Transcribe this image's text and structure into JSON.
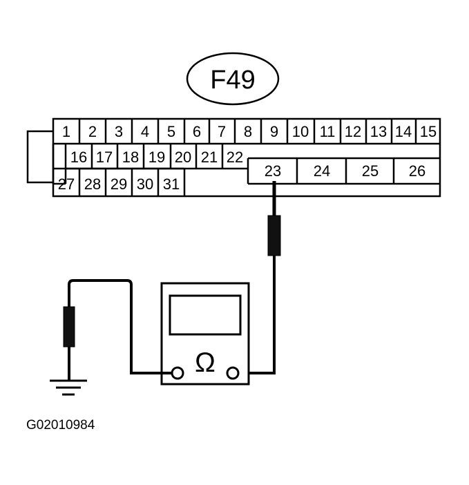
{
  "diagram": {
    "connector_label": "F49",
    "figure_id": "G02010984",
    "meter_symbol": "Ω",
    "pins": {
      "p1": "1",
      "p2": "2",
      "p3": "3",
      "p4": "4",
      "p5": "5",
      "p6": "6",
      "p7": "7",
      "p8": "8",
      "p9": "9",
      "p10": "10",
      "p11": "11",
      "p12": "12",
      "p13": "13",
      "p14": "14",
      "p15": "15",
      "p16": "16",
      "p17": "17",
      "p18": "18",
      "p19": "19",
      "p20": "20",
      "p21": "21",
      "p22": "22",
      "p23": "23",
      "p24": "24",
      "p25": "25",
      "p26": "26",
      "p27": "27",
      "p28": "28",
      "p29": "29",
      "p30": "30",
      "p31": "31"
    }
  }
}
